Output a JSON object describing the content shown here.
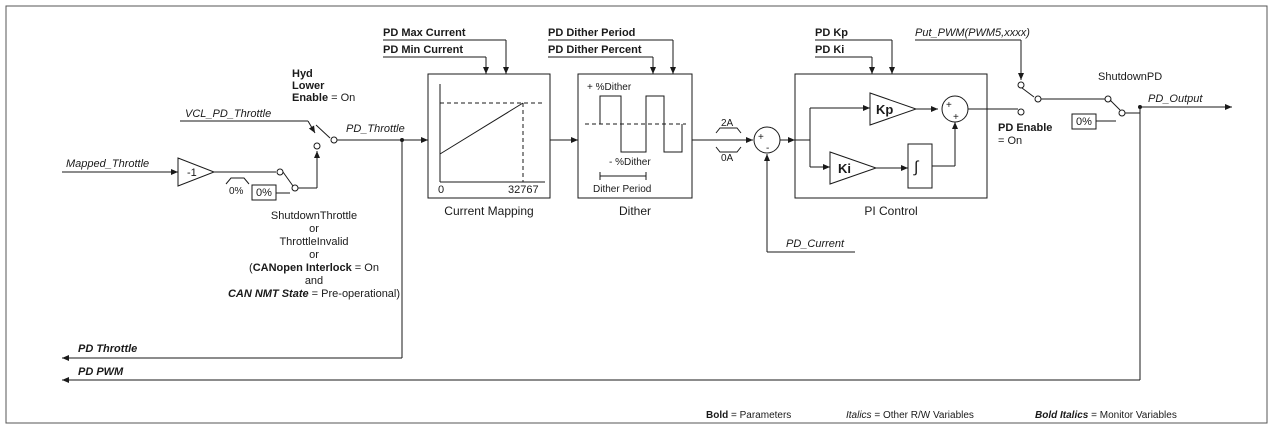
{
  "params": {
    "max_current": "PD Max Current",
    "min_current": "PD Min Current",
    "dither_period": "PD Dither Period",
    "dither_percent": "PD Dither Percent",
    "kp": "PD Kp",
    "ki": "PD Ki",
    "enable": "PD Enable",
    "enable_on": "= On"
  },
  "variables": {
    "vcl_throttle": "VCL_PD_Throttle",
    "mapped_throttle": "Mapped_Throttle",
    "pd_throttle": "PD_Throttle",
    "pd_current": "PD_Current",
    "put_pwm": "Put_PWM(PWM5,xxxx)",
    "pd_output": "PD_Output"
  },
  "monitors": {
    "pd_throttle": "PD Throttle",
    "pd_pwm": "PD PWM"
  },
  "hyd_enable": {
    "line1": "Hyd",
    "line2": "Lower",
    "line3": "Enable",
    "suffix": "= On"
  },
  "shutdown": {
    "line1": "ShutdownThrottle",
    "line2": "or",
    "line3": "ThrottleInvalid",
    "line4": "or",
    "line5a": "(",
    "line5b": "CANopen Interlock",
    "line5c": " = On",
    "line6": "and",
    "line7a": "CAN NMT State",
    "line7b": " = Pre-operational)"
  },
  "shutdown_pd": "ShutdownPD",
  "blocks": {
    "gain": "-1",
    "zero_clip": "0%",
    "zero_value": "0%",
    "zero_value2": "0%",
    "current_mapping": "Current Mapping",
    "map_x_min": "0",
    "map_x_max": "32767",
    "dither": "Dither",
    "dither_plus": "+ %Dither",
    "dither_minus": "- %Dither",
    "dither_period": "Dither Period",
    "clamp_hi": "2A",
    "clamp_lo": "0A",
    "sum_plus": "+",
    "sum_minus": "-",
    "pi_control": "PI Control",
    "kp": "Kp",
    "ki": "Ki",
    "integrator": "∫",
    "sum2_plus1": "+",
    "sum2_plus2": "+"
  },
  "legend": {
    "bold_word": "Bold",
    "bold_desc": " = Parameters",
    "italic_word": "Italics",
    "italic_desc": " = Other R/W Variables",
    "bi_word": "Bold Italics",
    "bi_desc": " = Monitor Variables"
  }
}
